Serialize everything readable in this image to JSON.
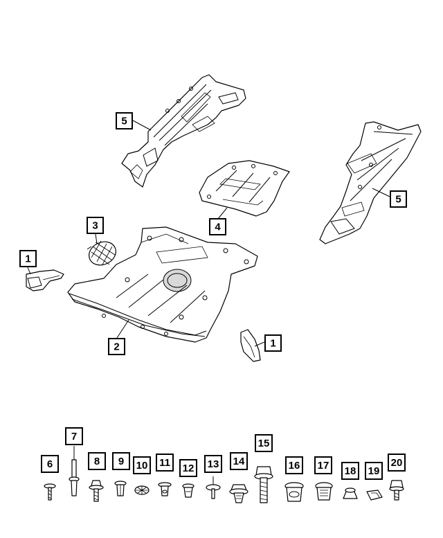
{
  "callouts": {
    "c1a": "1",
    "c1b": "1",
    "c2": "2",
    "c3": "3",
    "c4": "4",
    "c5a": "5",
    "c5b": "5",
    "c6": "6",
    "c7": "7",
    "c8": "8",
    "c9": "9",
    "c10": "10",
    "c11": "11",
    "c12": "12",
    "c13": "13",
    "c14": "14",
    "c15": "15",
    "c16": "16",
    "c17": "17",
    "c18": "18",
    "c19": "19",
    "c20": "20"
  }
}
